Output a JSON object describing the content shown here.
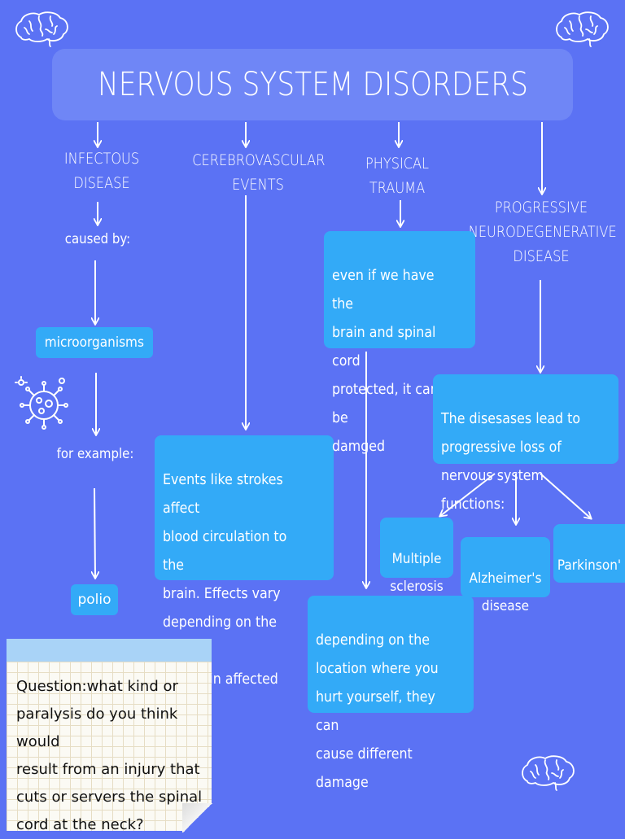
{
  "title": "NERVOUS SYSTEM DISORDERS",
  "categories": {
    "infectious": "INFECTOUS\nDISEASE",
    "cerebrovascular": "CEREBROVASCULAR\nEVENTS",
    "trauma": "PHYSICAL\nTRAUMA",
    "progressive": "PROGRESSIVE\nNEURODEGENERATIVE\nDISEASE"
  },
  "infectious": {
    "caused_by": "caused by:",
    "agent": "microorganisms",
    "for_example": "for example:",
    "example": "polio"
  },
  "cerebrovascular": {
    "description": "Events like strokes affect\nblood circulation to the\nbrain. Effects vary\ndepending on the part of\nthe brain affected"
  },
  "trauma": {
    "protection": "even if we have the\nbrain and spinal cord\nprotected, it can be\ndamged",
    "location": "depending on the\nlocation where you\nhurt yourself, they can\ncause different damage"
  },
  "progressive": {
    "description": "The disesases lead to\nprogressive loss of\nnervous system functions:",
    "examples": [
      "Multiple\nsclerosis",
      "Alzheimer's\ndisease",
      "Parkinson'\ndisease"
    ]
  },
  "question": "Question:what kind or\nparalysis do you think would\nresult from an injury that\ncuts or servers the spinal\ncord at the neck?",
  "colors": {
    "background": "#5b72f4",
    "box": "#33aaf7",
    "title_box": "#6f86f6"
  },
  "icons": [
    "brain-icon",
    "virus-icon"
  ]
}
